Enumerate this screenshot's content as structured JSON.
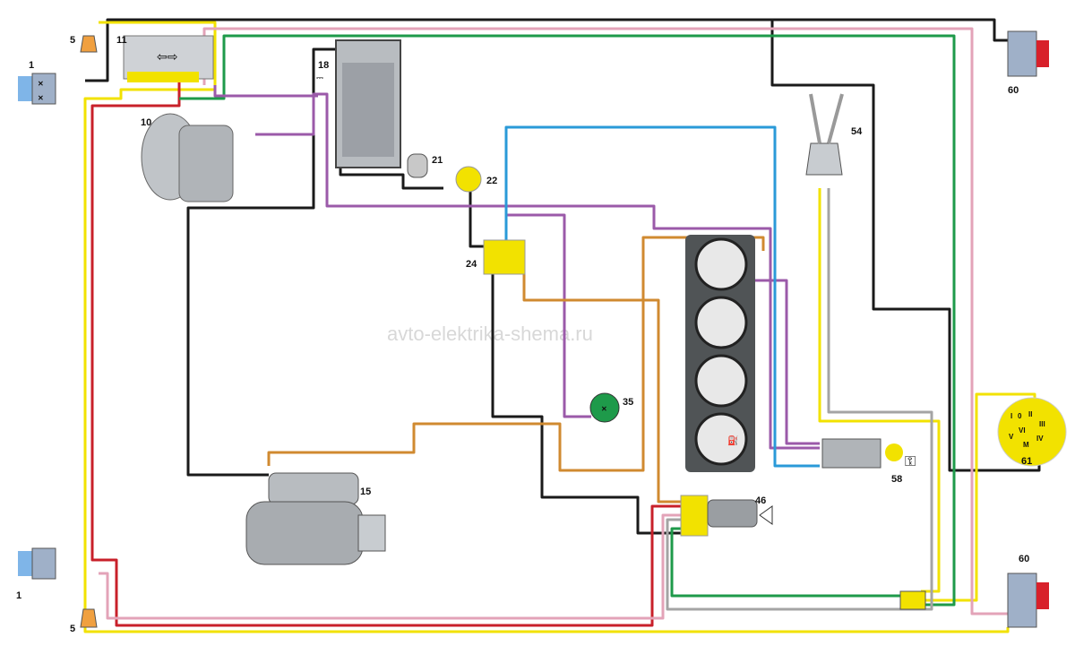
{
  "watermark": "avto-elektrika-shema.ru",
  "colors": {
    "black": "#1a1a1a",
    "yellow": "#f2e200",
    "red": "#c8202a",
    "pink": "#e3a3b8",
    "green": "#1e9a4a",
    "gray": "#a4a4a4",
    "purple": "#9b5aa9",
    "blue": "#2a9ad8",
    "orange": "#d08a30"
  },
  "components": {
    "headlight_left_top": "1",
    "sidelight_left_top": "5",
    "relay_box": "11",
    "generator": "10",
    "battery": "18",
    "switch_21": "21",
    "sensor_22": "22",
    "relay_24": "24",
    "sensor_35": "35",
    "stalk_switch": "54",
    "rear_light_top": "60",
    "ignition_switch": "61",
    "ignition_lock": "58",
    "instrument_switch": "46",
    "starter": "15",
    "headlight_left_bottom": "1",
    "sidelight_left_bottom": "5",
    "rear_light_bottom": "60"
  },
  "ignition_terminals": [
    "I",
    "0",
    "II",
    "III",
    "VI",
    "V",
    "M",
    "IV"
  ],
  "icons": {
    "battery": "battery-icon",
    "turn": "turn-arrows-icon",
    "key": "key-icon",
    "ground": "ground-icon",
    "fuel": "fuel-icon"
  }
}
